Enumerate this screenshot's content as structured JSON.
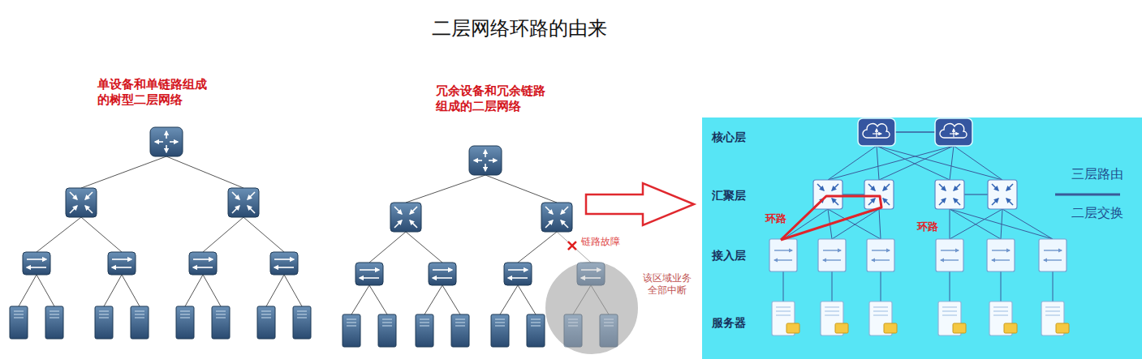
{
  "diagram": {
    "title": "二层网络环路的由来",
    "nodes": [
      {
        "text": [
          "核心层",
          "汇聚层",
          "接入层",
          "服务器",
          "三层路由",
          "二层交换",
          "环路",
          "环路"
        ]
      }
    ],
    "labels": [
      "单设备和单链路组成 的树型二层网络",
      "冗余设备和冗余链路 组成的二层网络",
      "链路故障",
      "该区域业务 全部中断"
    ]
  }
}
